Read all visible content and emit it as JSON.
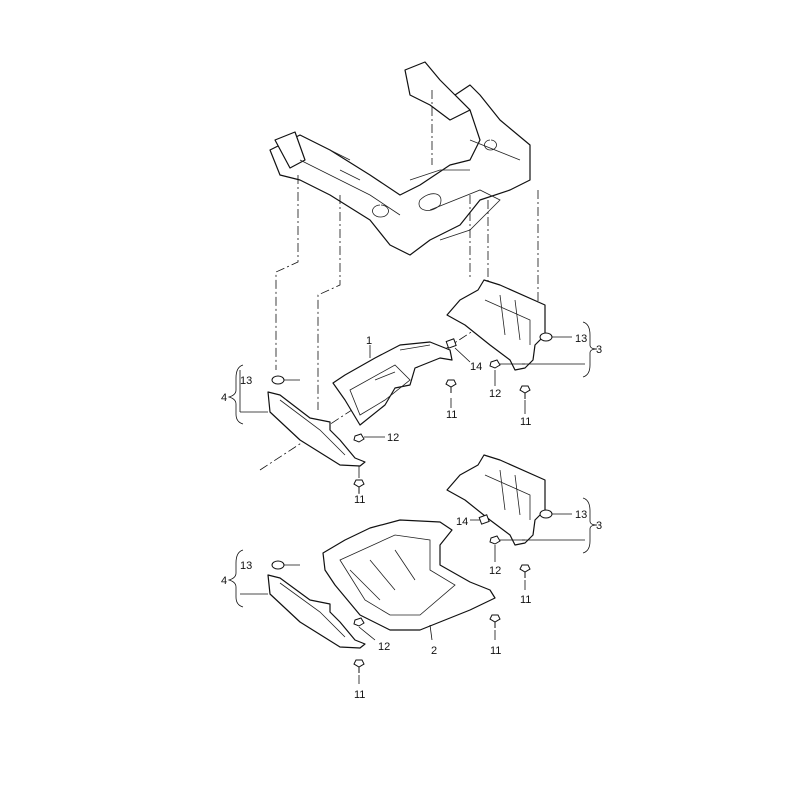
{
  "colors": {
    "line": "#111111",
    "background": "#ffffff"
  },
  "labels": {
    "upper": {
      "part1": "1",
      "part14": "14",
      "bolt11_a": "11",
      "nut12_a": "12",
      "bolt11_b": "11",
      "washer13_right": "13",
      "part3": "3",
      "washer13_left": "13",
      "part4": "4",
      "nut12_left": "12",
      "bolt11_left": "11"
    },
    "lower": {
      "part14": "14",
      "washer13_right": "13",
      "part3": "3",
      "nut12_right": "12",
      "bolt11_right": "11",
      "part4": "4",
      "washer13_left": "13",
      "nut12_left": "12",
      "part2": "2",
      "bolt11_mid": "11",
      "bolt11_left": "11"
    }
  }
}
